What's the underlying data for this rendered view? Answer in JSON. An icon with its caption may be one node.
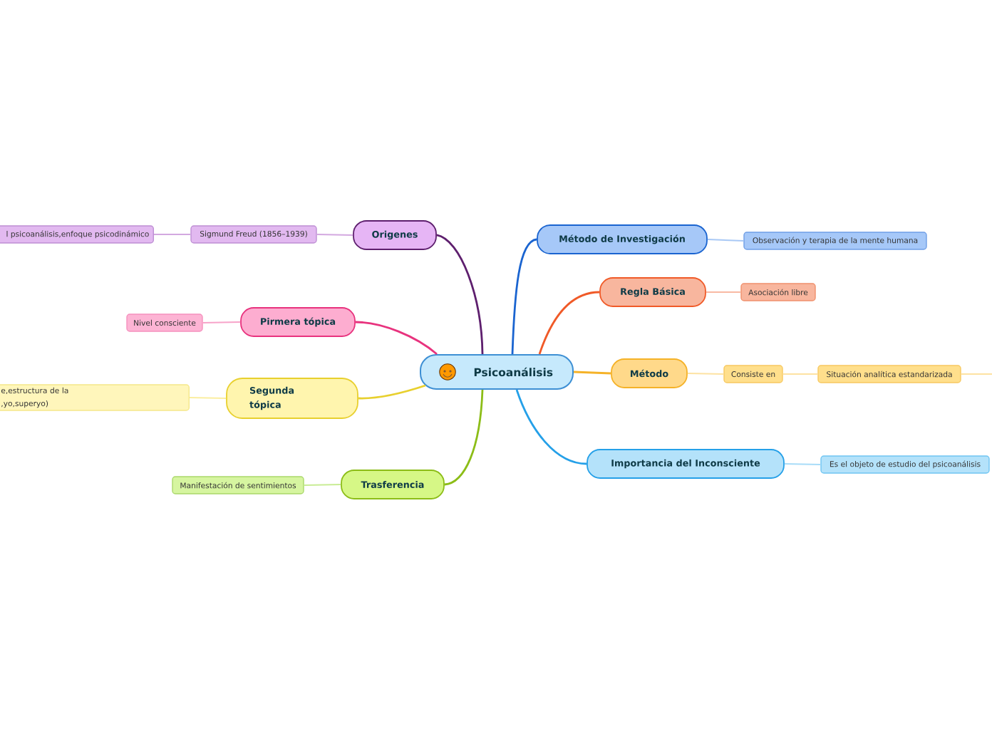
{
  "diagram": {
    "nodes": [
      {
        "text": [
          "Psicoanálisis"
        ]
      },
      {
        "text": [
          "Origenes"
        ]
      },
      {
        "text": [
          "Sigmund Freud (1856–1939)"
        ]
      },
      {
        "text": [
          "l psicoanálisis,enfoque psicodinámico"
        ]
      },
      {
        "text": [
          "Pirmera tópica"
        ]
      },
      {
        "text": [
          "Nivel consciente"
        ]
      },
      {
        "text": [
          "Segunda tópica"
        ]
      },
      {
        "text": [
          "e,estructura de la ,yo,superyo)"
        ]
      },
      {
        "text": [
          "Trasferencia"
        ]
      },
      {
        "text": [
          "Manifestación de sentimientos"
        ]
      },
      {
        "text": [
          "Método de Investigación"
        ]
      },
      {
        "text": [
          "Observación y terapia de la mente humana"
        ]
      },
      {
        "text": [
          "Regla Básica"
        ]
      },
      {
        "text": [
          "Asociación libre"
        ]
      },
      {
        "text": [
          "Método"
        ]
      },
      {
        "text": [
          "Consiste en"
        ]
      },
      {
        "text": [
          "Situación analítica estandarizada"
        ]
      },
      {
        "text": [
          "Importancia del Inconsciente"
        ]
      },
      {
        "text": [
          "Es el objeto de estudio del psicoanálisis"
        ]
      }
    ],
    "edges": [
      {
        "from": 0,
        "to": 1,
        "arrow": "none",
        "color": "#5e1f6e"
      },
      {
        "from": 1,
        "to": 2,
        "arrow": "none",
        "color": "#d3a8e0"
      },
      {
        "from": 2,
        "to": 3,
        "arrow": "none",
        "color": "#d3a8e0"
      },
      {
        "from": 0,
        "to": 4,
        "arrow": "none",
        "color": "#e8337e"
      },
      {
        "from": 4,
        "to": 5,
        "arrow": "none",
        "color": "#f7a3c9"
      },
      {
        "from": 0,
        "to": 6,
        "arrow": "none",
        "color": "#e8d02e"
      },
      {
        "from": 6,
        "to": 7,
        "arrow": "none",
        "color": "#fbeea0"
      },
      {
        "from": 0,
        "to": 8,
        "arrow": "none",
        "color": "#8cbd17"
      },
      {
        "from": 8,
        "to": 9,
        "arrow": "none",
        "color": "#c8ec94"
      },
      {
        "from": 0,
        "to": 10,
        "arrow": "none",
        "color": "#1a64d0"
      },
      {
        "from": 10,
        "to": 11,
        "arrow": "none",
        "color": "#a8c8f5"
      },
      {
        "from": 0,
        "to": 12,
        "arrow": "none",
        "color": "#f05a28"
      },
      {
        "from": 12,
        "to": 13,
        "arrow": "none",
        "color": "#f8b9a3"
      },
      {
        "from": 0,
        "to": 14,
        "arrow": "none",
        "color": "#f5b228"
      },
      {
        "from": 14,
        "to": 15,
        "arrow": "none",
        "color": "#fde2a2"
      },
      {
        "from": 15,
        "to": 16,
        "arrow": "none",
        "color": "#fde2a2"
      },
      {
        "from": 16,
        "to": null,
        "arrow": "none",
        "color": "#fde2a2"
      },
      {
        "from": 0,
        "to": 17,
        "arrow": "none",
        "color": "#25a0e8"
      },
      {
        "from": 17,
        "to": 18,
        "arrow": "none",
        "color": "#a8dcf8"
      }
    ]
  }
}
